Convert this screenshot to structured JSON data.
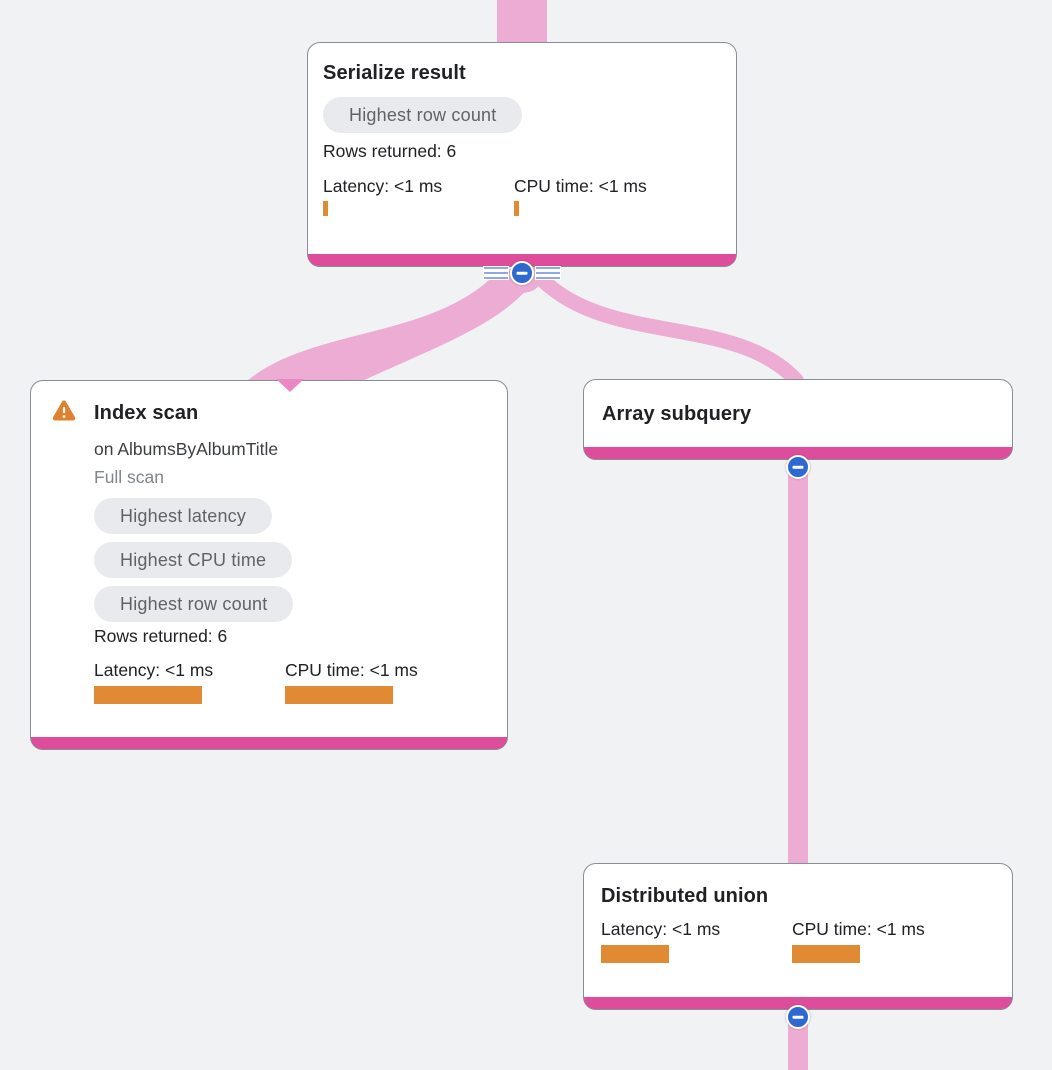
{
  "view": {
    "name": "Query execution plan graph"
  },
  "colors": {
    "background": "#F1F2F4",
    "card_background": "#FFFFFF",
    "card_border": "#878E95",
    "node_accent_bar": "#DE4D9B",
    "edge_pink": "#EDACD3",
    "edge_arrow": "#E989C4",
    "metric_bar_orange": "#E08A33",
    "warning_orange": "#E0812C",
    "collapse_button_blue": "#2E69D2",
    "badge_background": "#E9EAED",
    "badge_text": "#5F6368",
    "title_text": "#202124",
    "muted_text": "#80868B"
  },
  "icons": {
    "warning": "warning-triangle-icon",
    "collapse": "minus-circle-icon",
    "edge_stripes": "edge-stripes-decoration"
  },
  "nodes": [
    {
      "id": "serialize-result",
      "title": "Serialize result",
      "badges": [
        "Highest row count"
      ],
      "rows_returned": "Rows returned: 6",
      "metrics": {
        "latency": "Latency: <1 ms",
        "cpu": "CPU time: <1 ms"
      }
    },
    {
      "id": "index-scan",
      "title": "Index scan",
      "subtitle": "on AlbumsByAlbumTitle",
      "scan_type": "Full scan",
      "has_warning": true,
      "badges": [
        "Highest latency",
        "Highest CPU time",
        "Highest row count"
      ],
      "rows_returned": "Rows returned: 6",
      "metrics": {
        "latency": "Latency: <1 ms",
        "cpu": "CPU time: <1 ms"
      }
    },
    {
      "id": "array-subquery",
      "title": "Array subquery"
    },
    {
      "id": "distributed-union",
      "title": "Distributed union",
      "metrics": {
        "latency": "Latency: <1 ms",
        "cpu": "CPU time: <1 ms"
      }
    }
  ]
}
